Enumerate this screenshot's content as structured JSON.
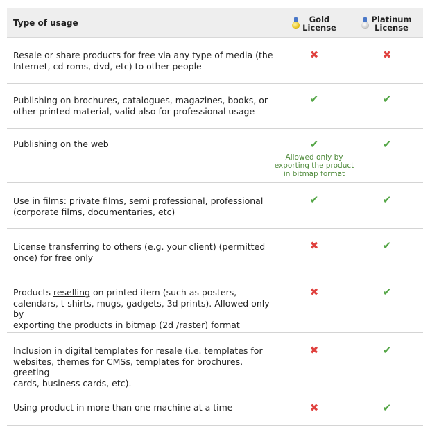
{
  "header": {
    "type_of_usage": "Type of usage",
    "gold": [
      "Gold",
      "License"
    ],
    "platinum": [
      "Platinum",
      "License"
    ]
  },
  "rows": [
    {
      "text": [
        "Resale or share products for free via any type of media (the",
        "Internet, cd-roms, dvd, etc) to other people"
      ],
      "gold": "no",
      "platinum": "no"
    },
    {
      "text": [
        "Publishing on brochures, catalogues, magazines, books, or",
        "other printed material, valid also for professional usage"
      ],
      "gold": "yes",
      "platinum": "yes"
    },
    {
      "text": [
        "Publishing on the web"
      ],
      "gold": "yes",
      "platinum": "yes",
      "gold_note": [
        "Allowed only by",
        "exporting the product",
        "in bitmap format"
      ]
    },
    {
      "text": [
        "Use in films: private films, semi professional, professional",
        "(corporate films, documentaries, etc)"
      ],
      "gold": "yes",
      "platinum": "yes"
    },
    {
      "text": [
        "License transferring to others (e.g. your client) (permitted",
        "once) for free only"
      ],
      "gold": "no",
      "platinum": "yes"
    },
    {
      "text_prefix": "Products ",
      "text_underlined": "reselling",
      "text_suffix": " on printed item (such as posters,",
      "text": [
        "calendars, t-shirts, mugs, gadgets, 3d prints). Allowed only by",
        "exporting the products in bitmap (2d /raster) format"
      ],
      "gold": "no",
      "platinum": "yes"
    },
    {
      "text": [
        "Inclusion in digital templates for resale (i.e. templates for",
        "websites, themes for CMSs, templates for brochures, greeting",
        "cards, business cards, etc)."
      ],
      "gold": "no",
      "platinum": "yes"
    },
    {
      "text": [
        "Using product in more than one machine at a time"
      ],
      "gold": "no",
      "platinum": "yes"
    }
  ],
  "icons": {
    "yes": "check-icon",
    "no": "cross-icon",
    "yes_color": "#54a646",
    "no_color": "#e0413e"
  }
}
